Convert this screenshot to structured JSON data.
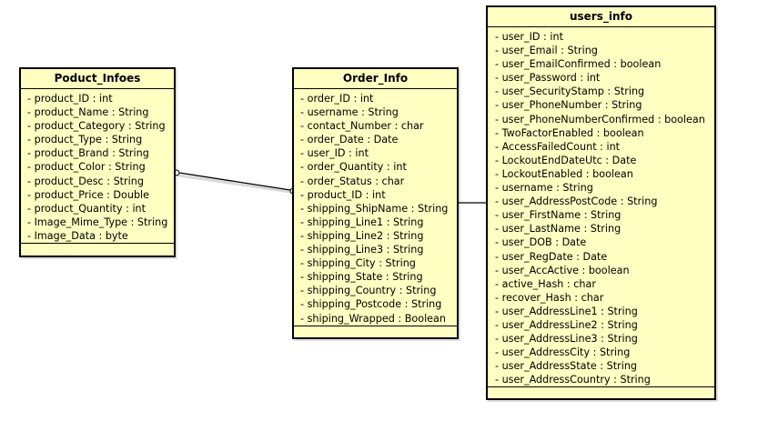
{
  "classes": [
    {
      "id": "products",
      "name": "Poduct_Infoes",
      "attributes": [
        "- product_ID : int",
        "- product_Name : String",
        "- product_Category : String",
        "- product_Type : String",
        "- product_Brand : String",
        "- product_Color : String",
        "- product_Desc : String",
        "- product_Price : Double",
        "- product_Quantity : int",
        "- Image_Mime_Type : String",
        "- Image_Data : byte"
      ]
    },
    {
      "id": "order",
      "name": "Order_Info",
      "attributes": [
        "- order_ID : int",
        "- username : String",
        "- contact_Number : char",
        "- order_Date : Date",
        "- user_ID : int",
        "- order_Quantity : int",
        "- order_Status : char",
        "- product_ID : int",
        "- shipping_ShipName : String",
        "- shipping_Line1 : String",
        "- shipping_Line2 : String",
        "- shipping_Line3 : String",
        "- shipping_City : String",
        "- shipping_State : String",
        "- shipping_Country : String",
        "- shipping_Postcode : String",
        "- shiping_Wrapped : Boolean"
      ]
    },
    {
      "id": "users",
      "name": "users_info",
      "attributes": [
        "- user_ID : int",
        "- user_Email : String",
        "- user_EmailConfirmed : boolean",
        "- user_Password : int",
        "- user_SecurityStamp : String",
        "- user_PhoneNumber : String",
        "- user_PhoneNumberConfirmed : boolean",
        "- TwoFactorEnabled : boolean",
        "- AccessFailedCount : int",
        "- LockoutEndDateUtc : Date",
        "- LockoutEnabled : boolean",
        "- username : String",
        "- user_AddressPostCode : String",
        "- user_FirstName : String",
        "- user_LastName : String",
        "- user_DOB : Date",
        "- user_RegDate : Date",
        "- user_AccActive : boolean",
        "- active_Hash : char",
        "- recover_Hash : char",
        "- user_AddressLine1 : String",
        "- user_AddressLine2 : String",
        "- user_AddressLine3 : String",
        "- user_AddressCity : String",
        "- user_AddressState : String",
        "- user_AddressCountry : String"
      ]
    }
  ],
  "associations": [
    {
      "from": "products",
      "to": "order",
      "style": "line-with-circle-ends"
    },
    {
      "from": "order",
      "to": "users",
      "style": "plain-line"
    }
  ],
  "colors": {
    "class_fill": "#ffffc2",
    "border": "#000000",
    "connector": "#000000"
  }
}
